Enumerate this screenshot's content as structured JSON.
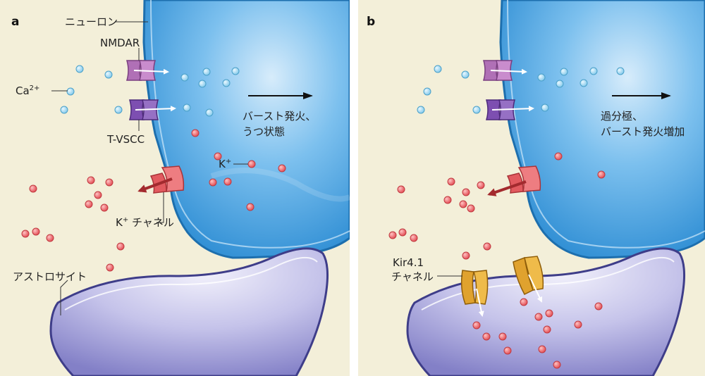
{
  "colors": {
    "background": "#f3efd9",
    "neuron_fill": "#3f9ad8",
    "neuron_edge": "#1d6fae",
    "astrocyte_fill": "#8f8dd0",
    "astrocyte_edge": "#3e3d89",
    "calcium_dot": "#9fd8ef",
    "potassium_dot": "#e5666c",
    "nmdar_color": "#b070b6",
    "tvscc_color": "#7d4fb1",
    "k_channel_color": "#e25a5f",
    "kir_color": "#e0a22e",
    "arrow_dark_red": "#a32a2e"
  },
  "panels": [
    {
      "letter": "a",
      "labels": {
        "neuron": "ニューロン",
        "nmdar": "NMDAR",
        "calcium": "Ca",
        "calcium_sup": "2+",
        "tvscc": "T-VSCC",
        "potassium": "K",
        "potassium_sup": "+",
        "k_channel_main": "K",
        "k_channel_sup": "+",
        "k_channel_rest": " チャネル",
        "astrocyte": "アストロサイト"
      },
      "effect_lines": [
        "バースト発火、",
        "うつ状態"
      ]
    },
    {
      "letter": "b",
      "labels": {
        "kir_line1": "Kir4.1",
        "kir_line2": "チャネル"
      },
      "effect_lines": [
        "過分極、",
        "バースト発火増加"
      ]
    }
  ]
}
